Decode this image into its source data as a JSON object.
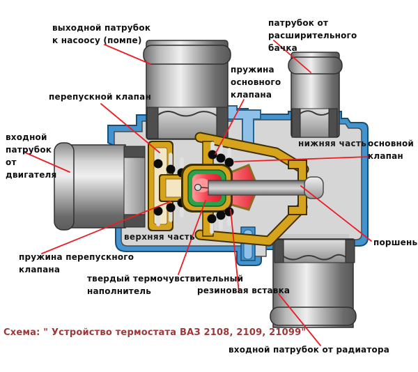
{
  "diagram": {
    "caption": "Схема: \" Устройство термостата ВАЗ 2108, 2109, 21099\"",
    "labels": {
      "pump_outlet": "выходной патрубок\nк насоосу (помпе)",
      "expansion_tank": "патрубок от расширительного\nбачка",
      "bypass_valve": "перепускной клапан",
      "main_valve_spring": "пружина\nосновного\nклапана",
      "engine_inlet": "входной\nпатрубок\nот\nдвигателя",
      "lower_part": "нижняя часть",
      "main_valve": "основной\nклапан",
      "upper_part": "верхняя часть",
      "piston": "поршень",
      "bypass_spring": "пружина перепускного\nклапана",
      "thermo_filler": "твердый термочувствительный\nнаполнитель",
      "rubber_insert": "резиновая вставка",
      "radiator_inlet": "входной патрубок от радиатора"
    },
    "colors": {
      "body_blue": "#4293CE",
      "light_blue": "#8FC1E8",
      "brass": "#D6A41C",
      "cream": "#F3E6C2",
      "thermo_red": "#EE2E3C",
      "rubber_green": "#2BA24A",
      "leader_red": "#EC1C24",
      "caption_maroon": "#9C3838"
    }
  }
}
